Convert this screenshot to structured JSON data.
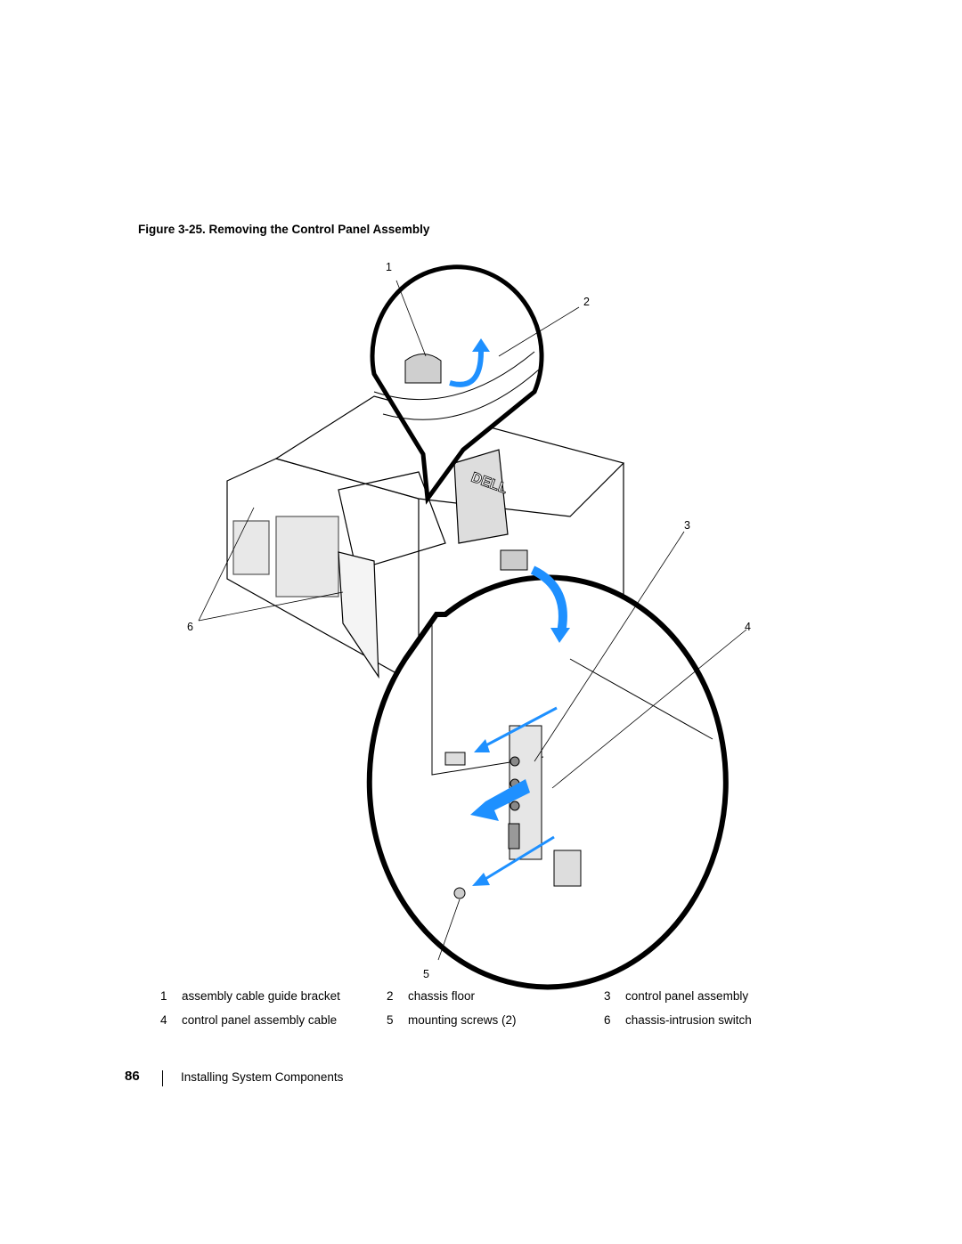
{
  "figure": {
    "caption": "Figure 3-25.    Removing the Control Panel Assembly",
    "callouts": [
      "1",
      "2",
      "3",
      "4",
      "5",
      "6"
    ],
    "logo_text": "DELL",
    "accent_color": "#1e90ff"
  },
  "legend": [
    {
      "num": "1",
      "label": "assembly cable guide bracket"
    },
    {
      "num": "2",
      "label": "chassis floor"
    },
    {
      "num": "3",
      "label": "control panel assembly"
    },
    {
      "num": "4",
      "label": "control panel assembly cable"
    },
    {
      "num": "5",
      "label": "mounting screws (2)"
    },
    {
      "num": "6",
      "label": "chassis-intrusion switch"
    }
  ],
  "footer": {
    "page_number": "86",
    "section": "Installing System Components"
  }
}
